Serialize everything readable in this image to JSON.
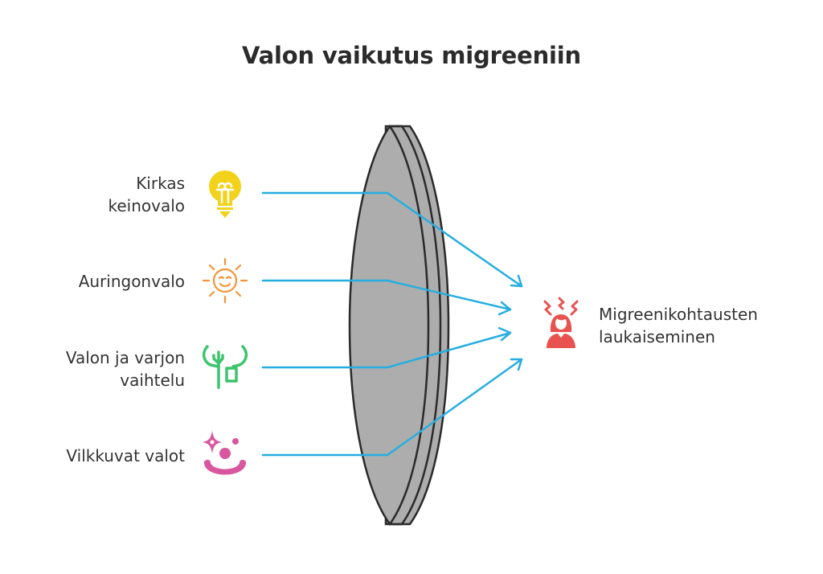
{
  "title": "Valon vaikutus migreeniin",
  "colors": {
    "connector": "#26aee0",
    "lens_fill": "#adadad",
    "lens_stroke": "#2a2a2a",
    "bulb": "#f2d21a",
    "sun": "#f2953a",
    "shadow": "#3dc46e",
    "clown": "#d9579f",
    "migraine": "#e85350"
  },
  "inputs": [
    {
      "label": "Kirkas\nkeinovalo",
      "lines": [
        "Kirkas",
        "keinovalo"
      ],
      "icon": "lightbulb-icon"
    },
    {
      "label": "Auringonvalo",
      "lines": [
        "Auringonvalo"
      ],
      "icon": "sun-icon"
    },
    {
      "label": "Valon ja varjon vaihtelu",
      "lines": [
        "Valon ja varjon",
        "vaihtelu"
      ],
      "icon": "light-shadow-icon"
    },
    {
      "label": "Vilkkuvat valot",
      "lines": [
        "Vilkkuvat valot"
      ],
      "icon": "flashing-lights-icon"
    }
  ],
  "output": {
    "lines": [
      "Migreenikohtausten",
      "laukaiseminen"
    ],
    "icon": "migraine-person-icon"
  }
}
